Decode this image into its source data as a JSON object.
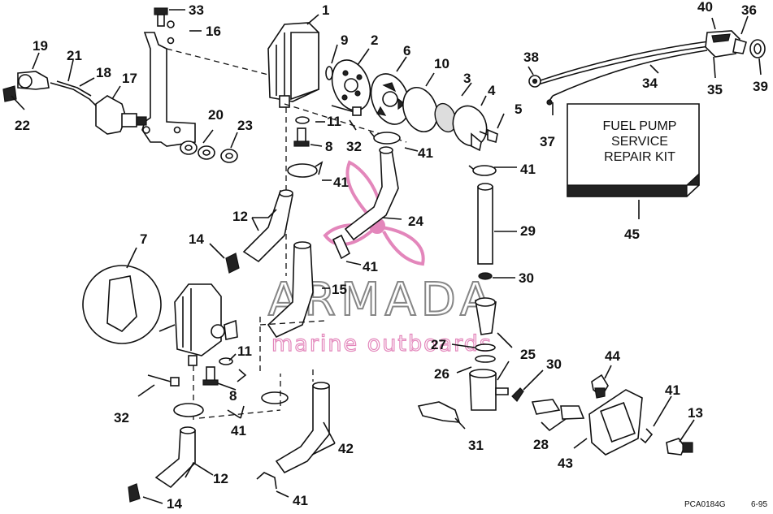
{
  "diagram": {
    "part_numbers": {
      "p1": "1",
      "p2": "2",
      "p3": "3",
      "p4": "4",
      "p5": "5",
      "p6": "6",
      "p7": "7",
      "p8a": "8",
      "p8b": "8",
      "p9": "9",
      "p10": "10",
      "p11a": "11",
      "p11b": "11",
      "p12a": "12",
      "p12b": "12",
      "p13": "13",
      "p14a": "14",
      "p14b": "14",
      "p15": "15",
      "p16": "16",
      "p17": "17",
      "p18": "18",
      "p19": "19",
      "p20": "20",
      "p21": "21",
      "p22": "22",
      "p23": "23",
      "p24": "24",
      "p25": "25",
      "p26": "26",
      "p27": "27",
      "p28": "28",
      "p29": "29",
      "p30a": "30",
      "p30b": "30",
      "p31": "31",
      "p32a": "32",
      "p32b": "32",
      "p33": "33",
      "p34": "34",
      "p35": "35",
      "p36": "36",
      "p37": "37",
      "p38": "38",
      "p39": "39",
      "p40": "40",
      "p41a": "41",
      "p41b": "41",
      "p41c": "41",
      "p41d": "41",
      "p41e": "41",
      "p41f": "41",
      "p42": "42",
      "p43": "43",
      "p44": "44",
      "p45": "45"
    },
    "kit_box": {
      "line1": "FUEL PUMP",
      "line2": "SERVICE",
      "line3": "REPAIR KIT"
    },
    "watermark": {
      "brand": "ARMADA",
      "tagline": "marine outboards",
      "color": "#e07ab4"
    },
    "footer": {
      "code": "PCA0184G",
      "date": "6-95"
    }
  }
}
